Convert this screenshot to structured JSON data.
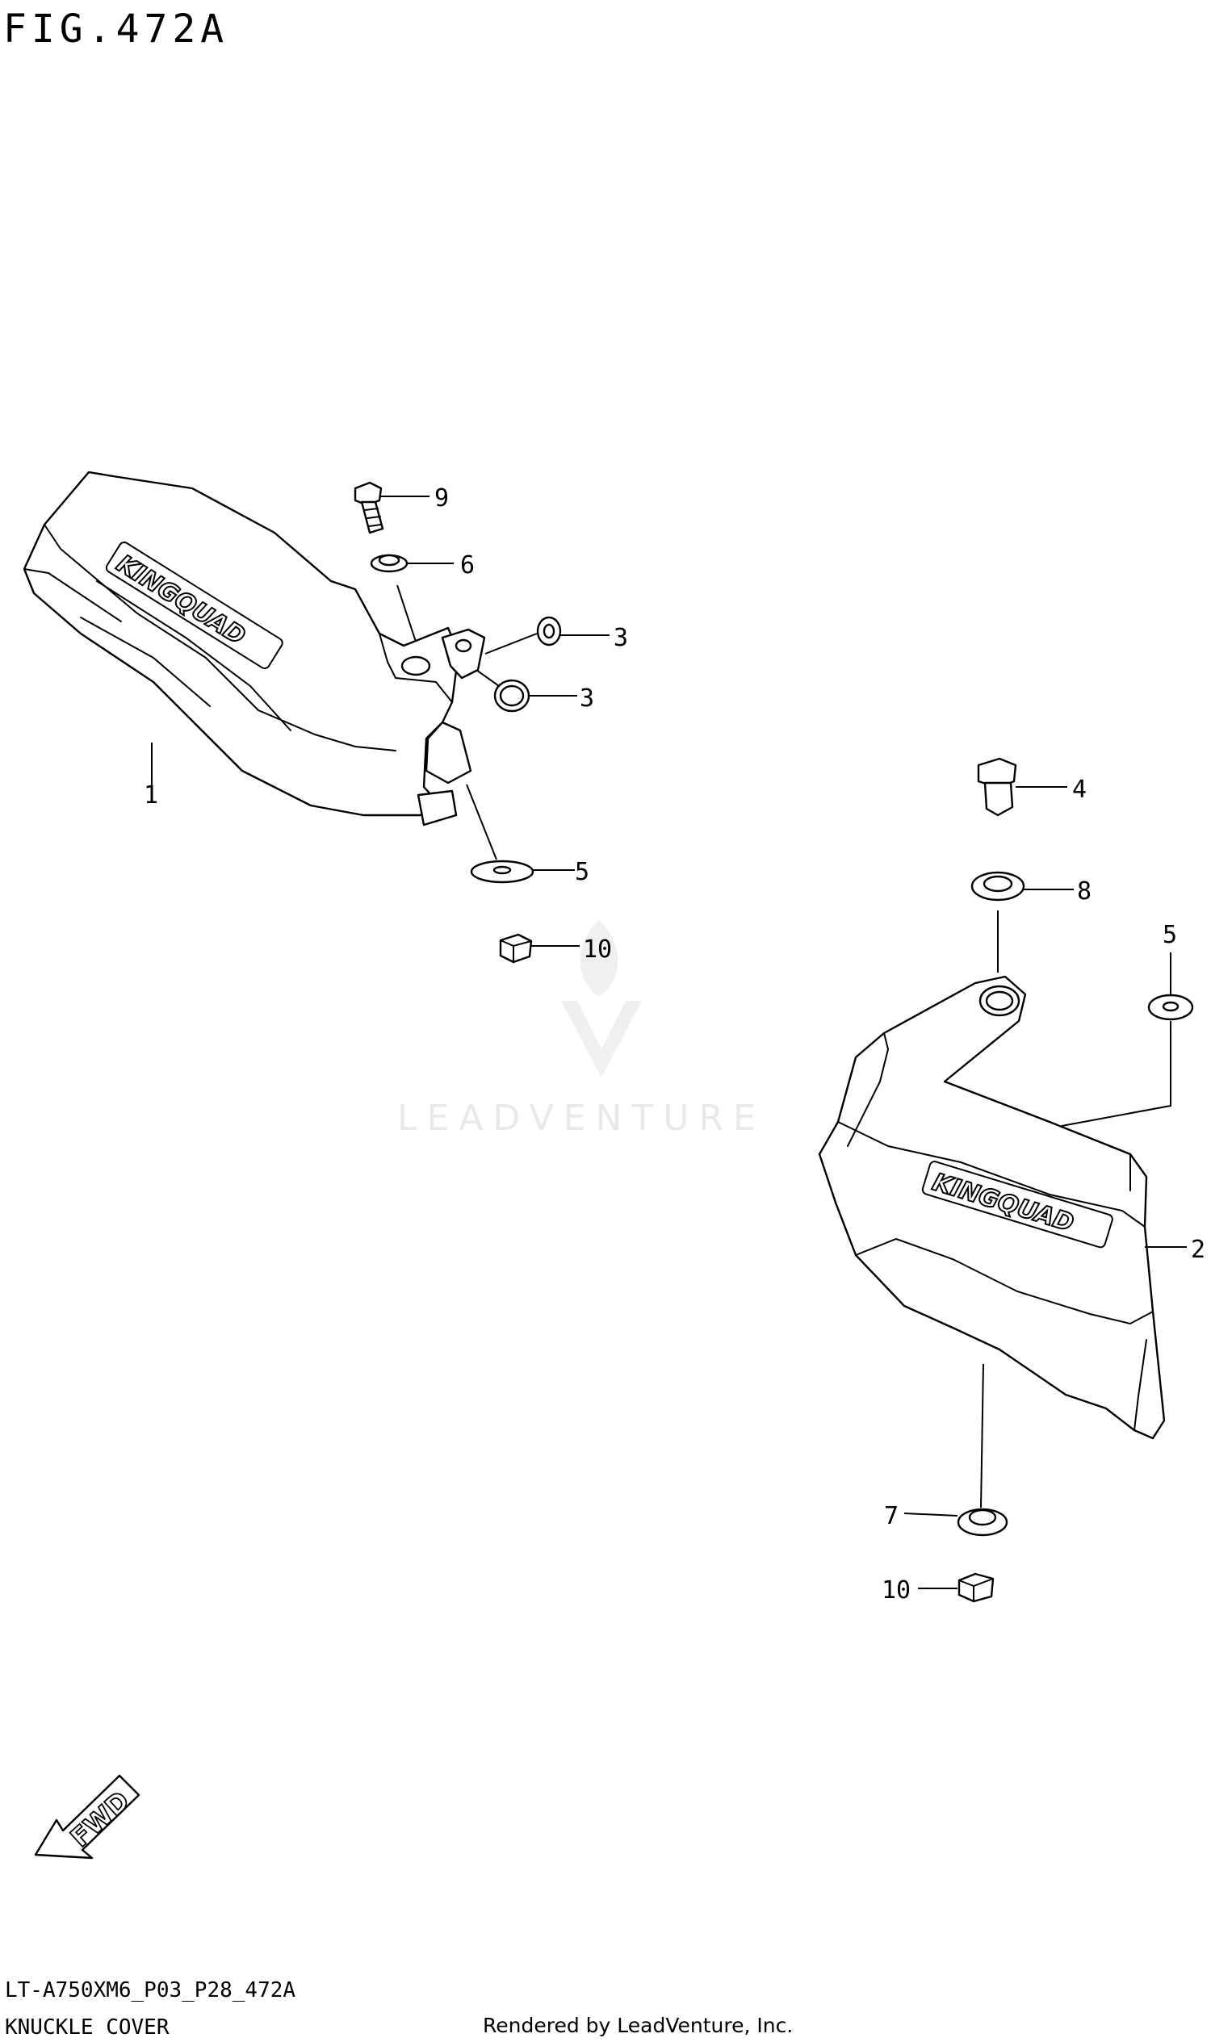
{
  "figure": {
    "title": "FIG.472A",
    "code": "LT-A750XM6_P03_P28_472A",
    "name": "KNUCKLE COVER",
    "rendered_by": "Rendered by LeadVenture, Inc."
  },
  "watermark": {
    "text": "LEADVENTURE"
  },
  "parts": {
    "cover_left": {
      "callout": "1",
      "emblem": "KINGQUAD"
    },
    "cover_right": {
      "callout": "2",
      "emblem": "KINGQUAD"
    },
    "grommet_a": {
      "callout": "3"
    },
    "grommet_b": {
      "callout": "3"
    },
    "bolt_right": {
      "callout": "4"
    },
    "washer_left": {
      "callout": "5"
    },
    "washer_right": {
      "callout": "5"
    },
    "washer_top_left": {
      "callout": "6"
    },
    "collar_bottom_right": {
      "callout": "7"
    },
    "collar_top_right": {
      "callout": "8"
    },
    "bolt_left": {
      "callout": "9"
    },
    "nut_left": {
      "callout": "10"
    },
    "nut_right": {
      "callout": "10"
    }
  },
  "fwd_arrow": {
    "label": "FWD"
  }
}
